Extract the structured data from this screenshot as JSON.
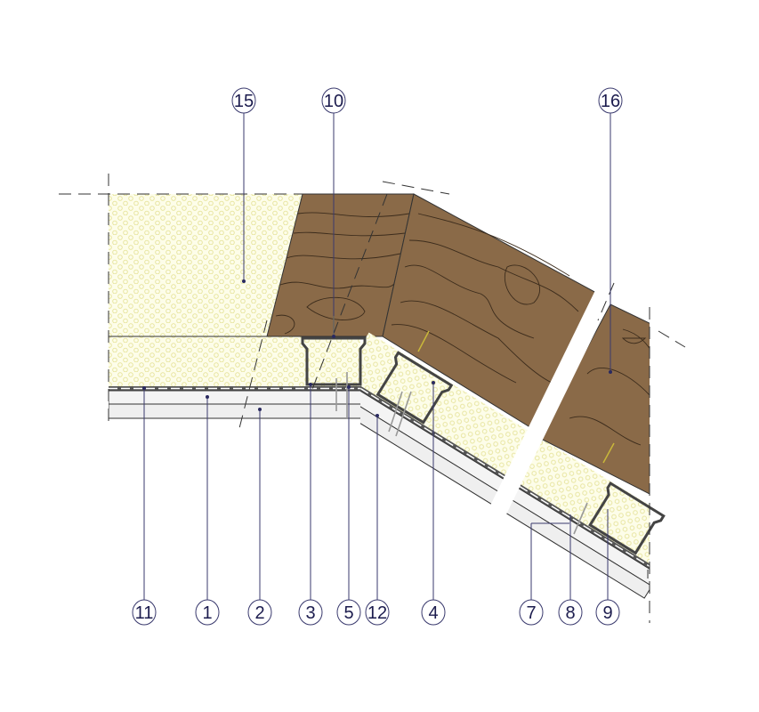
{
  "diagram": {
    "type": "roof construction section detail",
    "top_callouts": [
      "15",
      "10",
      "16"
    ],
    "bottom_callouts": [
      "11",
      "1",
      "2",
      "3",
      "5",
      "12",
      "4",
      "7",
      "8",
      "9"
    ],
    "colors": {
      "insulation": "#fdfde9",
      "insulation_dots": "#e9e6a0",
      "wood": "#8a6a48",
      "wood_grain": "#3c2c1c",
      "profile": "#444444",
      "board": "#f2f2f2",
      "leader": "#3a3a6e"
    }
  }
}
